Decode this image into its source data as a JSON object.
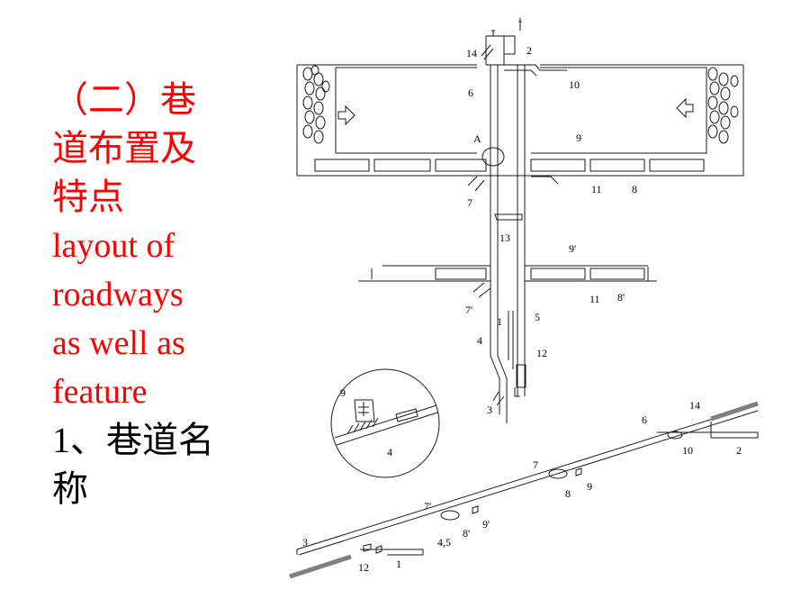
{
  "heading": {
    "line1": "（二）巷",
    "line2": "道布置及",
    "line3": "特点",
    "en1": "layout of",
    "en2": "roadways",
    "en3": "as well as",
    "en4": "feature",
    "sub1": "1、巷道名",
    "sub2": "称"
  },
  "plan_labels": {
    "l14": "14",
    "l2": "2",
    "l6": "6",
    "l10": "10",
    "lA": "A",
    "l9": "9",
    "l7": "7",
    "l11": "11",
    "l8": "8",
    "l13": "13",
    "l9p": "9'",
    "l11b": "11",
    "l8p": "8'",
    "l7p": "7'",
    "l1": "1",
    "l5": "5",
    "l4": "4",
    "l12": "12",
    "l3": "3"
  },
  "detail_labels": {
    "l9": "9",
    "l4": "4"
  },
  "section_labels": {
    "l14": "14",
    "l6": "6",
    "l10": "10",
    "l2": "2",
    "l7": "7",
    "l8": "8",
    "l9": "9",
    "l7p": "7'",
    "l8p": "8'",
    "l9p": "9'",
    "l45": "4,5",
    "l3": "3",
    "l12": "12",
    "l1": "1"
  },
  "colors": {
    "heading_red": "#ff0000",
    "heading_black": "#000000",
    "line": "#1a1a1a",
    "seam": "#7f7f7f"
  }
}
